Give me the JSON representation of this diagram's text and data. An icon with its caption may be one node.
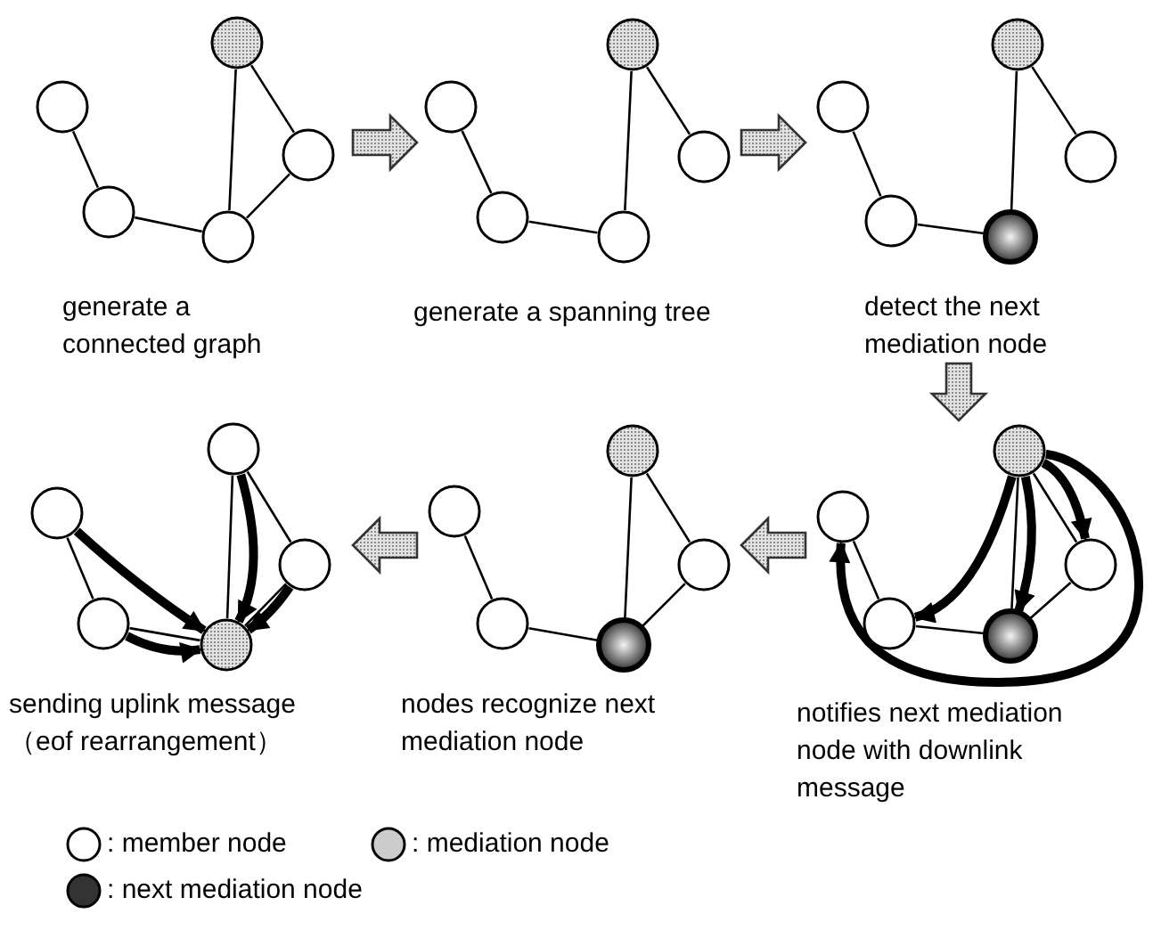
{
  "diagram": {
    "nodes": [
      {
        "text": [
          "generate a connected graph"
        ]
      },
      {
        "text": [],
        "shape": "circle",
        "in": 0
      },
      {
        "text": [],
        "shape": "circle",
        "in": 0
      },
      {
        "text": [],
        "shape": "circle",
        "in": 0
      },
      {
        "text": [],
        "shape": "circle",
        "in": 0
      },
      {
        "text": [],
        "shape": "circle",
        "in": 0
      },
      {
        "text": [
          "generate a spanning tree"
        ]
      },
      {
        "text": [],
        "shape": "circle",
        "in": 6
      },
      {
        "text": [],
        "shape": "circle",
        "in": 6
      },
      {
        "text": [],
        "shape": "circle",
        "in": 6
      },
      {
        "text": [],
        "shape": "circle",
        "in": 6
      },
      {
        "text": [],
        "shape": "circle",
        "in": 6
      },
      {
        "text": [
          "detect the next mediation node"
        ]
      },
      {
        "text": [],
        "shape": "circle",
        "in": 12
      },
      {
        "text": [],
        "shape": "circle",
        "in": 12
      },
      {
        "text": [],
        "shape": "circle",
        "in": 12
      },
      {
        "text": [],
        "shape": "circle",
        "in": 12
      },
      {
        "text": [],
        "shape": "circle",
        "in": 12
      },
      {
        "text": [
          "sending uplink message （eof rearrangement）"
        ]
      },
      {
        "text": [],
        "shape": "circle",
        "in": 18
      },
      {
        "text": [],
        "shape": "circle",
        "in": 18
      },
      {
        "text": [],
        "shape": "circle",
        "in": 18
      },
      {
        "text": [],
        "shape": "circle",
        "in": 18
      },
      {
        "text": [],
        "shape": "circle",
        "in": 18
      },
      {
        "text": [
          "nodes recognize next mediation node"
        ]
      },
      {
        "text": [],
        "shape": "circle",
        "in": 24
      },
      {
        "text": [],
        "shape": "circle",
        "in": 24
      },
      {
        "text": [],
        "shape": "circle",
        "in": 24
      },
      {
        "text": [],
        "shape": "circle",
        "in": 24
      },
      {
        "text": [],
        "shape": "circle",
        "in": 24
      },
      {
        "text": [
          "notifies next mediation node with downlink message"
        ]
      },
      {
        "text": [],
        "shape": "circle",
        "in": 30
      },
      {
        "text": [],
        "shape": "circle",
        "in": 30
      },
      {
        "text": [],
        "shape": "circle",
        "in": 30
      },
      {
        "text": [],
        "shape": "circle",
        "in": 30
      },
      {
        "text": [],
        "shape": "circle",
        "in": 30
      }
    ],
    "edges": [
      {
        "from": 2,
        "to": 4,
        "arrow": "none"
      },
      {
        "from": 4,
        "to": 5,
        "arrow": "none"
      },
      {
        "from": 5,
        "to": 1,
        "arrow": "none"
      },
      {
        "from": 1,
        "to": 3,
        "arrow": "none"
      },
      {
        "from": 3,
        "to": 5,
        "arrow": "none"
      },
      {
        "from": 8,
        "to": 10,
        "arrow": "none"
      },
      {
        "from": 10,
        "to": 11,
        "arrow": "none"
      },
      {
        "from": 11,
        "to": 7,
        "arrow": "none"
      },
      {
        "from": 7,
        "to": 9,
        "arrow": "none"
      },
      {
        "from": 14,
        "to": 16,
        "arrow": "none"
      },
      {
        "from": 16,
        "to": 17,
        "arrow": "none"
      },
      {
        "from": 17,
        "to": 13,
        "arrow": "none"
      },
      {
        "from": 13,
        "to": 15,
        "arrow": "none"
      },
      {
        "from": 20,
        "to": 22,
        "arrow": "none"
      },
      {
        "from": 22,
        "to": 23,
        "arrow": "none"
      },
      {
        "from": 23,
        "to": 19,
        "arrow": "none"
      },
      {
        "from": 19,
        "to": 21,
        "arrow": "none"
      },
      {
        "from": 21,
        "to": 23,
        "arrow": "none"
      },
      {
        "from": 20,
        "to": 23,
        "arrow": "to",
        "style": "thick"
      },
      {
        "from": 22,
        "to": 23,
        "arrow": "to",
        "style": "thick"
      },
      {
        "from": 19,
        "to": 23,
        "arrow": "to",
        "style": "thick"
      },
      {
        "from": 21,
        "to": 23,
        "arrow": "to",
        "style": "thick"
      },
      {
        "from": 26,
        "to": 28,
        "arrow": "none"
      },
      {
        "from": 28,
        "to": 29,
        "arrow": "none"
      },
      {
        "from": 29,
        "to": 25,
        "arrow": "none"
      },
      {
        "from": 25,
        "to": 27,
        "arrow": "none"
      },
      {
        "from": 27,
        "to": 29,
        "arrow": "none"
      },
      {
        "from": 32,
        "to": 34,
        "arrow": "none"
      },
      {
        "from": 34,
        "to": 35,
        "arrow": "none"
      },
      {
        "from": 35,
        "to": 31,
        "arrow": "none"
      },
      {
        "from": 31,
        "to": 33,
        "arrow": "none"
      },
      {
        "from": 33,
        "to": 35,
        "arrow": "none"
      },
      {
        "from": 31,
        "to": 34,
        "arrow": "to",
        "style": "thick"
      },
      {
        "from": 31,
        "to": 35,
        "arrow": "to",
        "style": "thick"
      },
      {
        "from": 31,
        "to": 33,
        "arrow": "to",
        "style": "thick"
      },
      {
        "from": 31,
        "to": 32,
        "arrow": "to",
        "style": "thick"
      },
      {
        "from": 0,
        "to": 6,
        "arrow": "to"
      },
      {
        "from": 6,
        "to": 12,
        "arrow": "to"
      },
      {
        "from": 12,
        "to": 30,
        "arrow": "to"
      },
      {
        "from": 30,
        "to": 24,
        "arrow": "to"
      },
      {
        "from": 24,
        "to": 18,
        "arrow": "to"
      }
    ],
    "legend": [
      {
        "text": ": member node",
        "color": "#ffffff"
      },
      {
        "text": ": mediation node",
        "color": "#cccccc"
      },
      {
        "text": ": next mediation node",
        "color": "#333333"
      }
    ]
  }
}
